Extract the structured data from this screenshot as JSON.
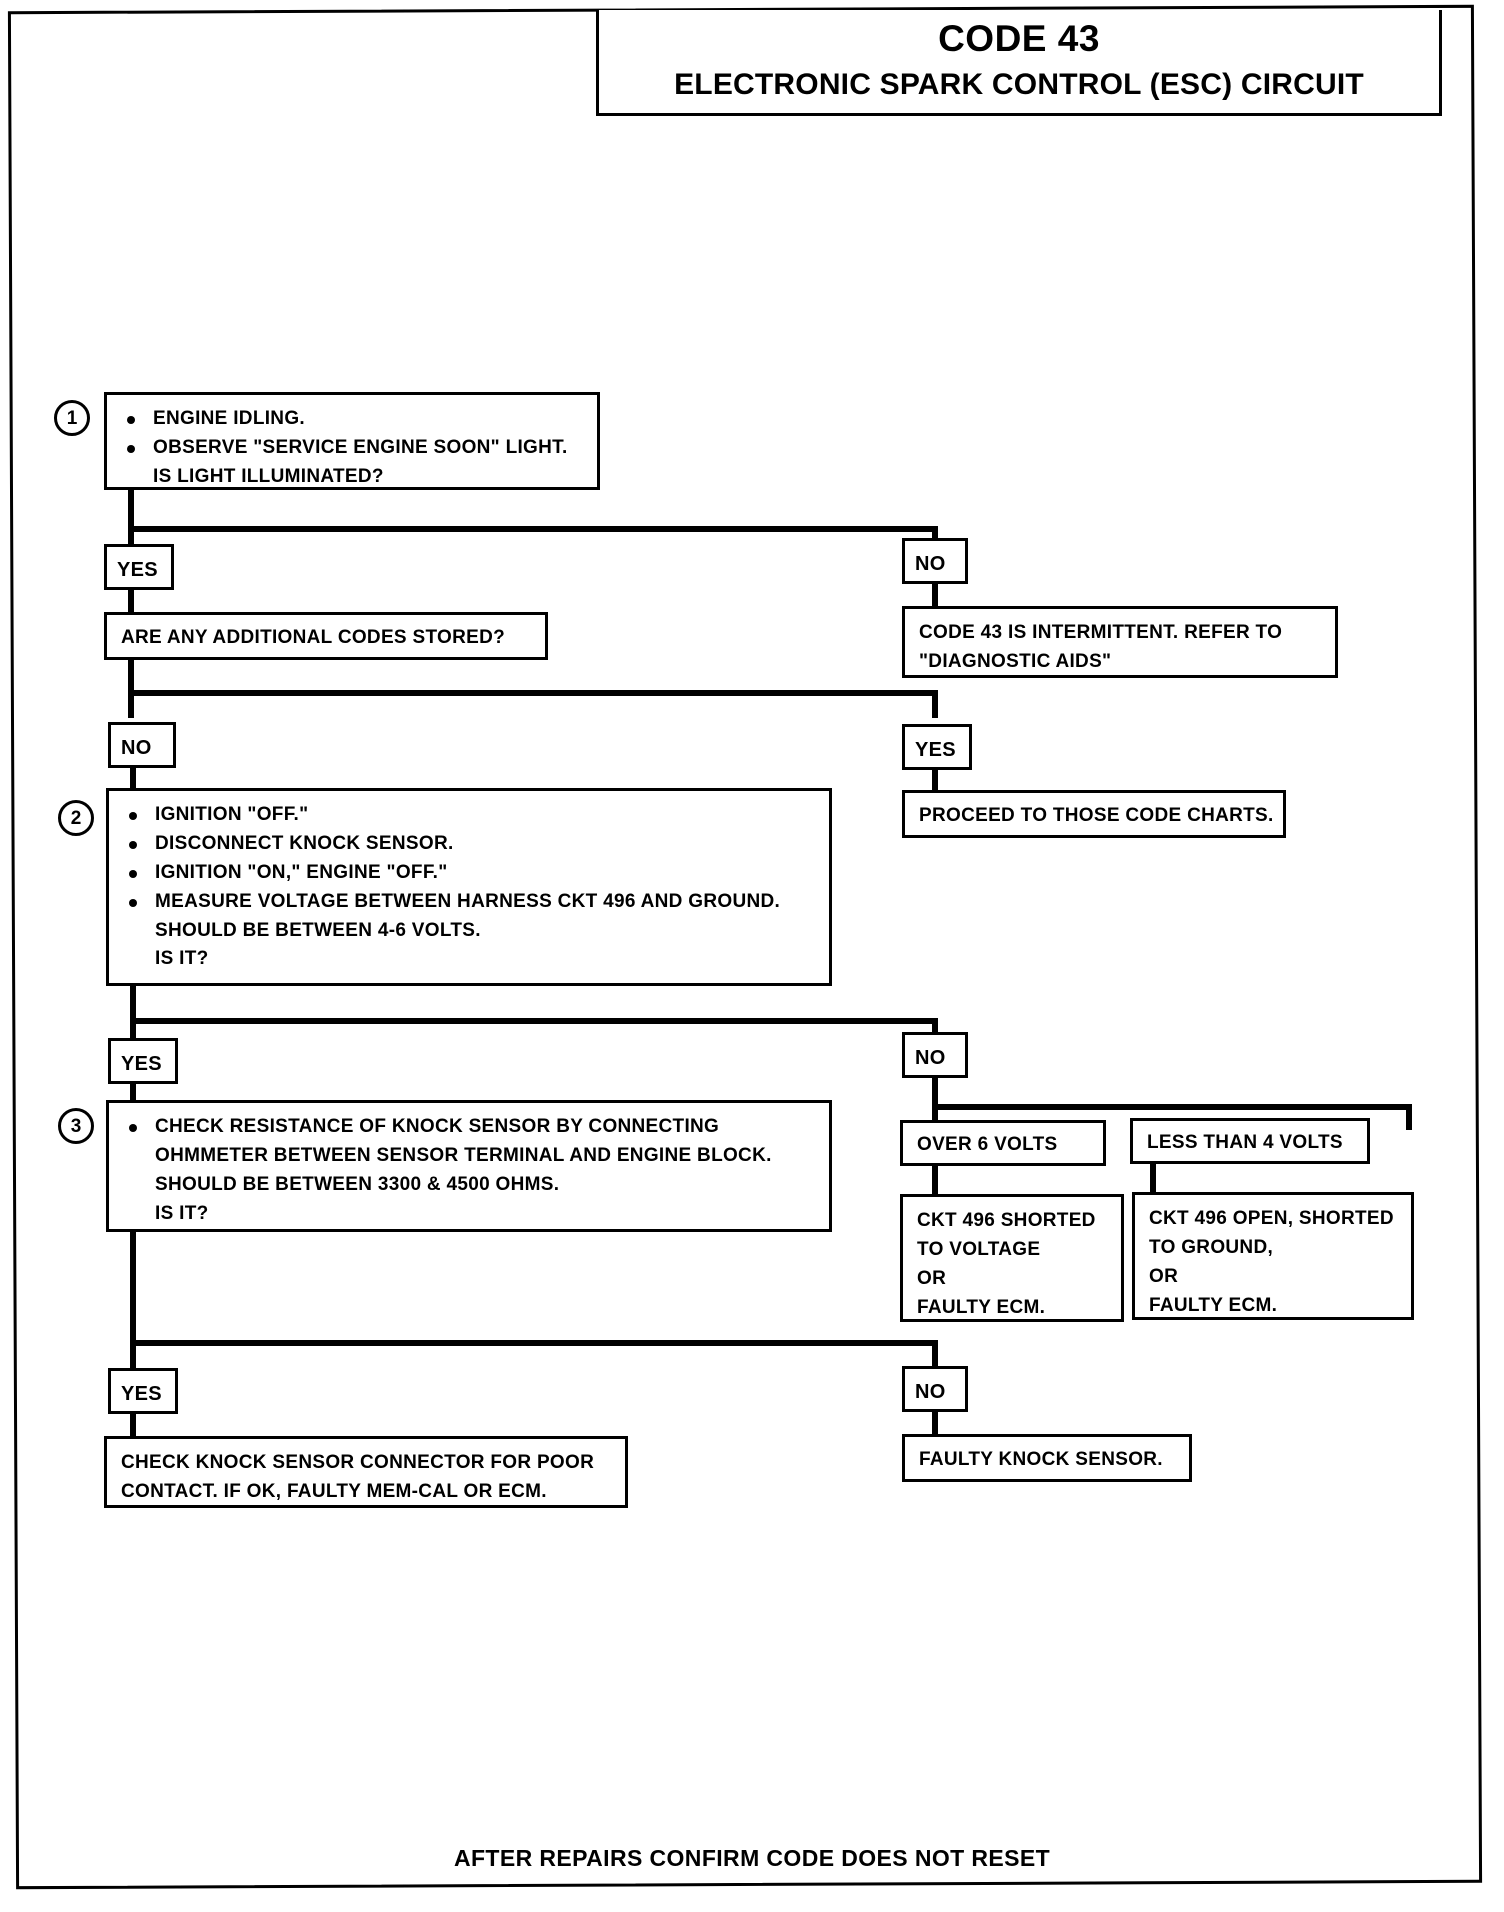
{
  "document": {
    "title_code": "CODE 43",
    "title_circuit": "ELECTRONIC SPARK CONTROL (ESC) CIRCUIT",
    "footer": "AFTER REPAIRS CONFIRM CODE DOES NOT RESET"
  },
  "steps": {
    "one": {
      "number": "1",
      "lines": [
        "ENGINE IDLING.",
        "OBSERVE \"SERVICE ENGINE SOON\" LIGHT.",
        "IS LIGHT ILLUMINATED?"
      ]
    },
    "two": {
      "number": "2",
      "lines": [
        "IGNITION \"OFF.\"",
        "DISCONNECT KNOCK SENSOR.",
        "IGNITION \"ON,\"  ENGINE \"OFF.\"",
        "MEASURE VOLTAGE BETWEEN HARNESS CKT 496 AND GROUND.",
        "SHOULD BE BETWEEN 4-6 VOLTS.",
        "IS IT?"
      ]
    },
    "three": {
      "number": "3",
      "lines": [
        "CHECK RESISTANCE OF KNOCK SENSOR BY CONNECTING",
        "OHMMETER BETWEEN SENSOR TERMINAL AND ENGINE BLOCK.",
        "SHOULD BE BETWEEN 3300 & 4500 OHMS.",
        "IS IT?"
      ]
    }
  },
  "branches": {
    "b1_yes": "YES",
    "b1_no": "NO",
    "b2_no": "NO",
    "b2_yes": "YES",
    "b3_yes": "YES",
    "b3_no": "NO",
    "b4_yes": "YES",
    "b4_no": "NO"
  },
  "boxes": {
    "additional_codes": {
      "lines": [
        "ARE ANY ADDITIONAL CODES STORED?"
      ]
    },
    "intermittent": {
      "lines": [
        "CODE 43 IS INTERMITTENT.  REFER TO",
        "\"DIAGNOSTIC AIDS\""
      ]
    },
    "proceed_charts": {
      "lines": [
        "PROCEED TO THOSE CODE CHARTS."
      ]
    },
    "over_6_volts": {
      "lines": [
        "OVER 6 VOLTS"
      ]
    },
    "less_than_4_volts": {
      "lines": [
        "LESS THAN 4 VOLTS"
      ]
    },
    "shorted_to_voltage": {
      "lines": [
        "CKT 496 SHORTED",
        "TO VOLTAGE",
        "OR",
        "FAULTY ECM."
      ]
    },
    "open_shorted_ground": {
      "lines": [
        "CKT 496 OPEN, SHORTED",
        "TO GROUND,",
        "OR",
        "FAULTY ECM."
      ]
    },
    "check_connector": {
      "lines": [
        "CHECK KNOCK SENSOR CONNECTOR FOR POOR",
        "CONTACT.  IF OK, FAULTY MEM-CAL OR ECM."
      ]
    },
    "faulty_sensor": {
      "lines": [
        "FAULTY KNOCK SENSOR."
      ]
    }
  }
}
